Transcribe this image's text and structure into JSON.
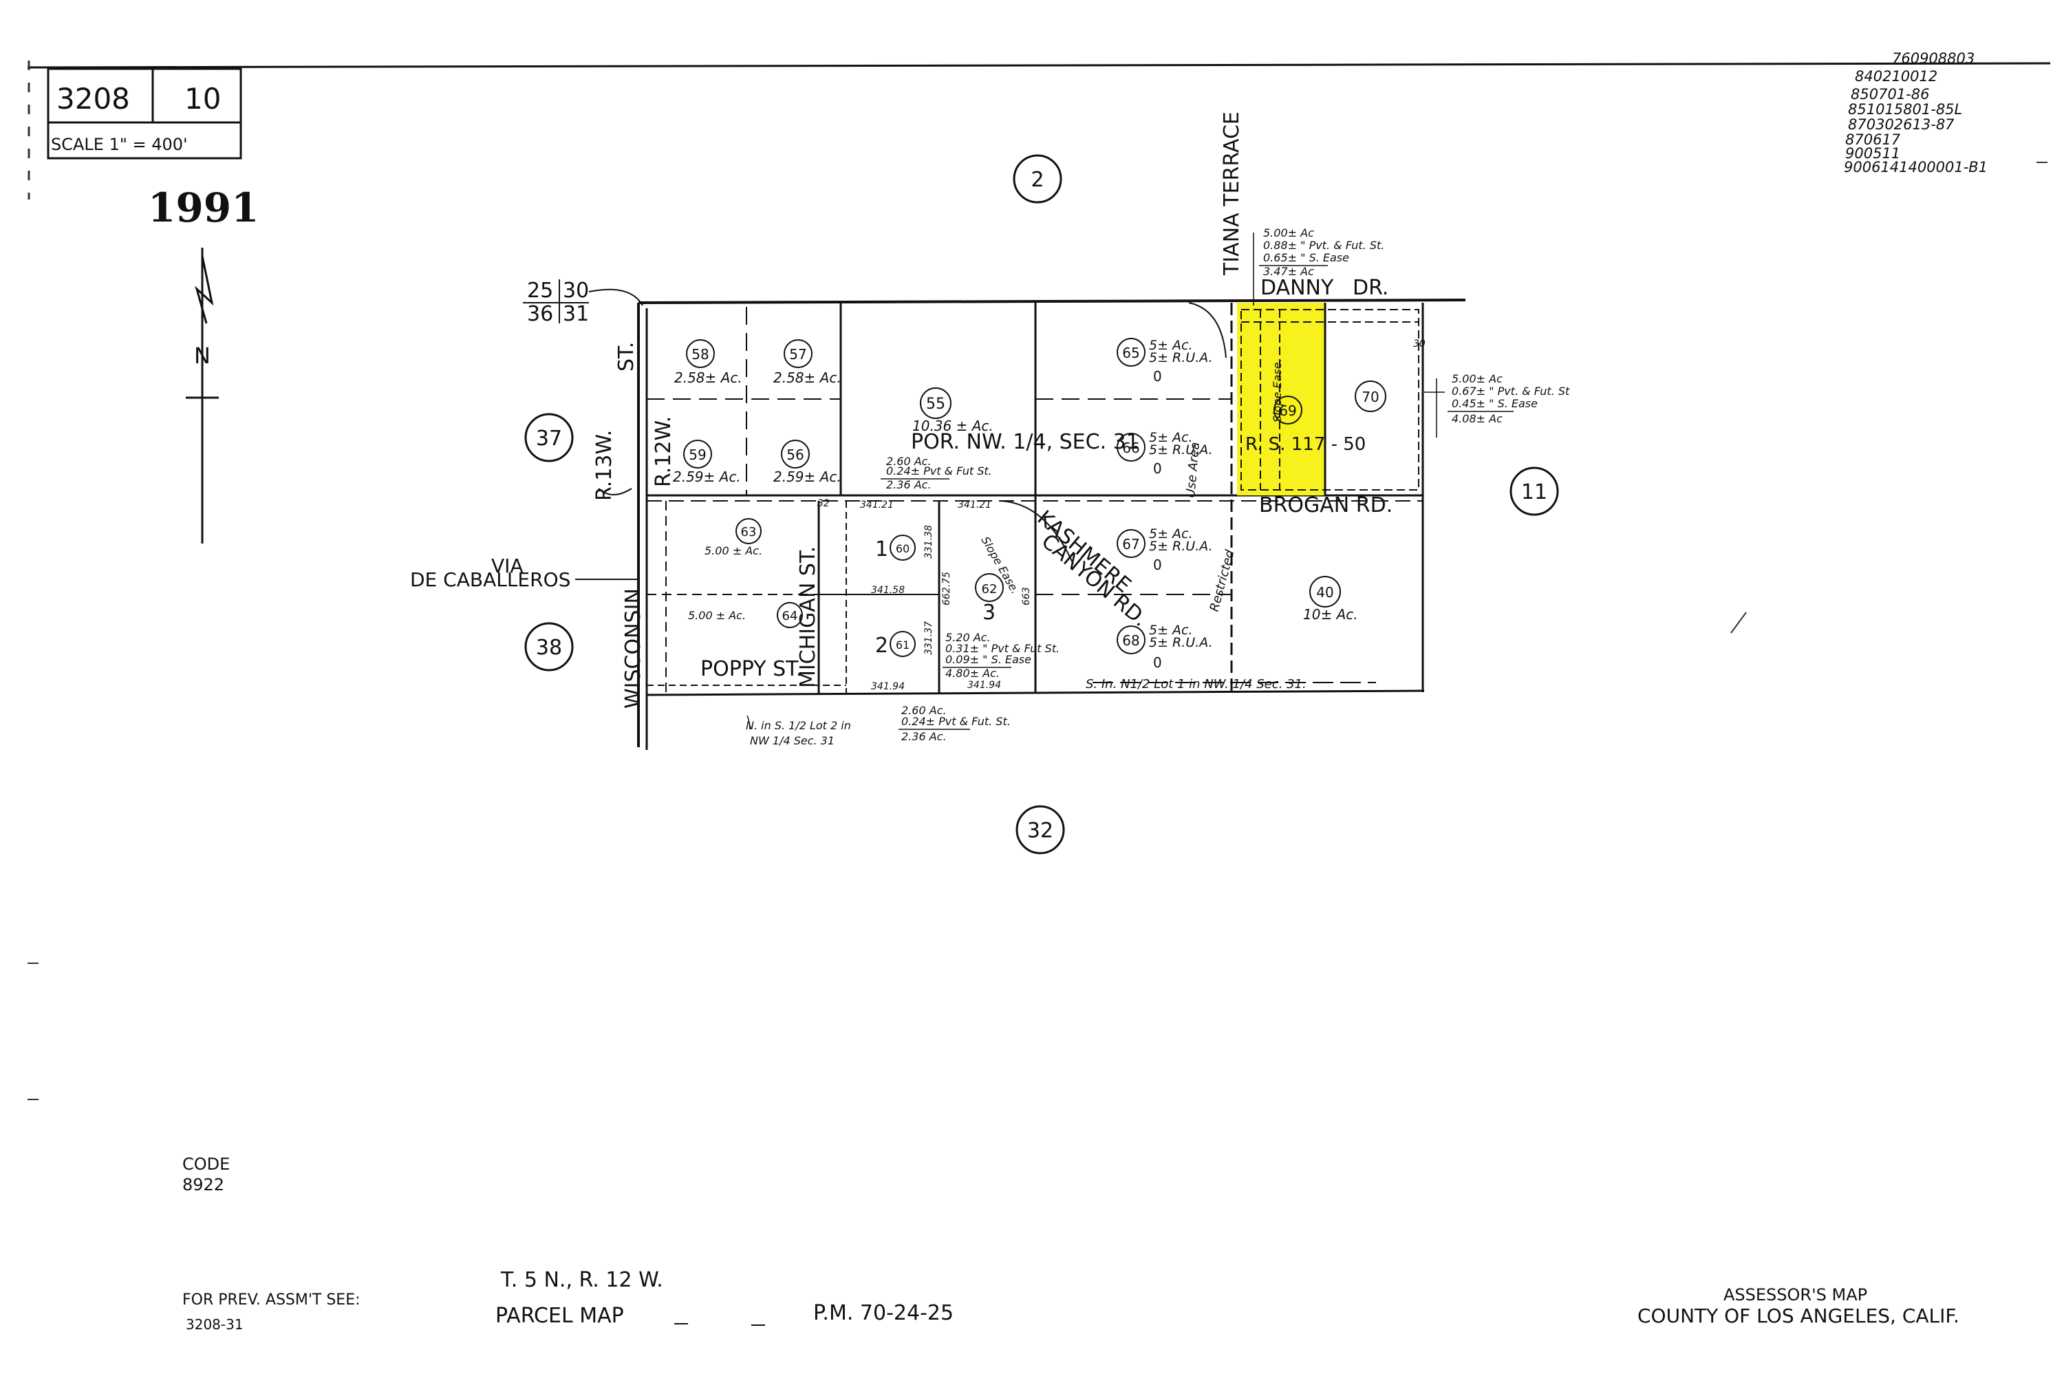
{
  "book_page": {
    "book": "3208",
    "page": "10",
    "scale_label": "SCALE 1\" = 400'"
  },
  "year": "1991",
  "north_label": "N",
  "doc_numbers": [
    "760908803",
    "840210012",
    "850701-86",
    "851015801-85L",
    "870302613-87",
    "870617",
    "900511",
    "9006141400001-B1"
  ],
  "sections": {
    "top_left": "25",
    "top_right": "30",
    "bottom_left": "36",
    "bottom_right": "31"
  },
  "streets": {
    "wisconsin": "WISCONSIN",
    "st": "ST.",
    "r13w": "R.13W.",
    "r12w": "R.12W.",
    "via": "VIA",
    "de_caballeros": "DE CABALLEROS",
    "tiana": "TIANA TERRACE",
    "danny": "DANNY",
    "dr": "DR.",
    "brogan": "BROGAN RD.",
    "poppy": "POPPY ST.",
    "michigan": "MICHIGAN ST.",
    "kashmere": "KASHMERE",
    "canyon": "CANYON RD."
  },
  "adjacent_pages": [
    "2",
    "37",
    "38",
    "11",
    "32"
  ],
  "parcels": [
    {
      "num": "58",
      "area": "2.58± Ac."
    },
    {
      "num": "57",
      "area": "2.58± Ac."
    },
    {
      "num": "59",
      "area": "2.59± Ac."
    },
    {
      "num": "56",
      "area": "2.59± Ac."
    },
    {
      "num": "55",
      "area": "10.36 ± Ac."
    },
    {
      "num": "65",
      "area": "5± Ac."
    },
    {
      "num": "66",
      "area": "5± Ac."
    },
    {
      "num": "67",
      "area": "5± Ac."
    },
    {
      "num": "68",
      "area": "5± Ac."
    },
    {
      "num": "69",
      "area": ""
    },
    {
      "num": "70",
      "area": ""
    },
    {
      "num": "40",
      "area": "10± Ac."
    },
    {
      "num": "63",
      "area": "5.00 ± Ac."
    },
    {
      "num": "64",
      "area": "5.00 ± Ac."
    },
    {
      "num": "60",
      "area": ""
    },
    {
      "num": "61",
      "area": ""
    },
    {
      "num": "62",
      "area": ""
    }
  ],
  "lots": [
    "1",
    "2",
    "3"
  ],
  "labels": {
    "por_nw": "POR. NW. 1/4, SEC. 31",
    "rs_117": "R. S. 117 - 50",
    "rua": "5± R.U.A.",
    "zero": "0",
    "parcel_70_note": [
      "5.00± Ac",
      "0.67± \" Pvt. & Fut. St",
      "0.45± \" S. Ease",
      "4.08± Ac"
    ],
    "parcel_69_note": [
      "5.00± Ac",
      "0.88± \" Pvt. & Fut. St.",
      "0.65± \" S. Ease",
      "3.47± Ac"
    ],
    "p55_note": [
      "2.60 Ac.",
      "0.24± Pvt & Fut St.",
      "2.36 Ac."
    ],
    "p61_note": [
      "5.20 Ac.",
      "0.31± \" Pvt & Fut St.",
      "0.09± \" S. Ease",
      "4.80± Ac."
    ],
    "bottom_note1": [
      "N. in S. 1/2 Lot 2 in",
      "NW 1/4 Sec. 31"
    ],
    "bottom_note2": [
      "2.60 Ac.",
      "0.24± Pvt & Fut. St.",
      "2.36 Ac."
    ],
    "lot1_line": "S. In. N1/2 Lot 1 in NW. 1/4 Sec. 31.",
    "slope_ease": "Slope Ease.",
    "restricted": "Restricted",
    "use_area": "Use Area",
    "dims": [
      "341.21",
      "341.21",
      "341.58",
      "341.94",
      "341.94",
      "331.38",
      "331.37",
      "662.75",
      "663",
      "32",
      "30"
    ]
  },
  "code": {
    "label": "CODE",
    "value": "8922"
  },
  "prev_assmt": {
    "label": "FOR PREV. ASSM'T SEE:",
    "value": "3208-31"
  },
  "township": "T. 5 N., R. 12 W.",
  "parcel_map": "PARCEL MAP",
  "pm_ref": "P.M. 70-24-25",
  "assessor": {
    "title": "ASSESSOR'S MAP",
    "county": "COUNTY OF LOS ANGELES, CALIF."
  },
  "colors": {
    "highlight": "#f7f21d",
    "ink": "#111111"
  }
}
